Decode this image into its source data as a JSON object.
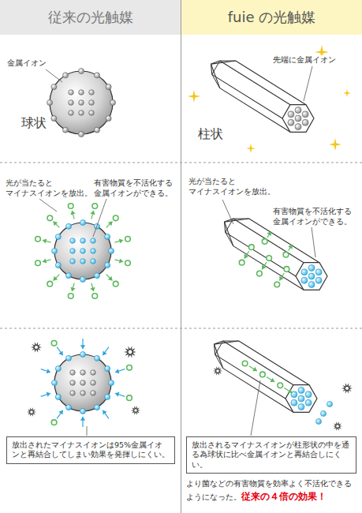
{
  "diagram": {
    "nodes": [
      {
        "text": [
          "従来の光触媒"
        ]
      },
      {
        "text": [
          "fuie の光触媒"
        ]
      },
      {
        "text": [
          "放出されたマイナスイオンは95%金属イオンと再結合してしまい効果を発揮しにくい。"
        ]
      },
      {
        "text": [
          "放出されるマイナスイオンが柱形状の中を通る為球状に比べ金属イオンと再結合しにくい。"
        ]
      }
    ],
    "labels": [
      "金属イオン",
      "球状",
      "先端に金属イオン",
      "柱状",
      "光が当たると マイナスイオンを放出。",
      "有害物質を不活化する 金属イオンができる。",
      "光が当たると マイナスイオンを放出。",
      "有害物質を不活化する 金属イオンができる。",
      "より菌などの有害物質を効率よく不活化できるようになった。",
      "従来の４倍の効果！"
    ]
  }
}
